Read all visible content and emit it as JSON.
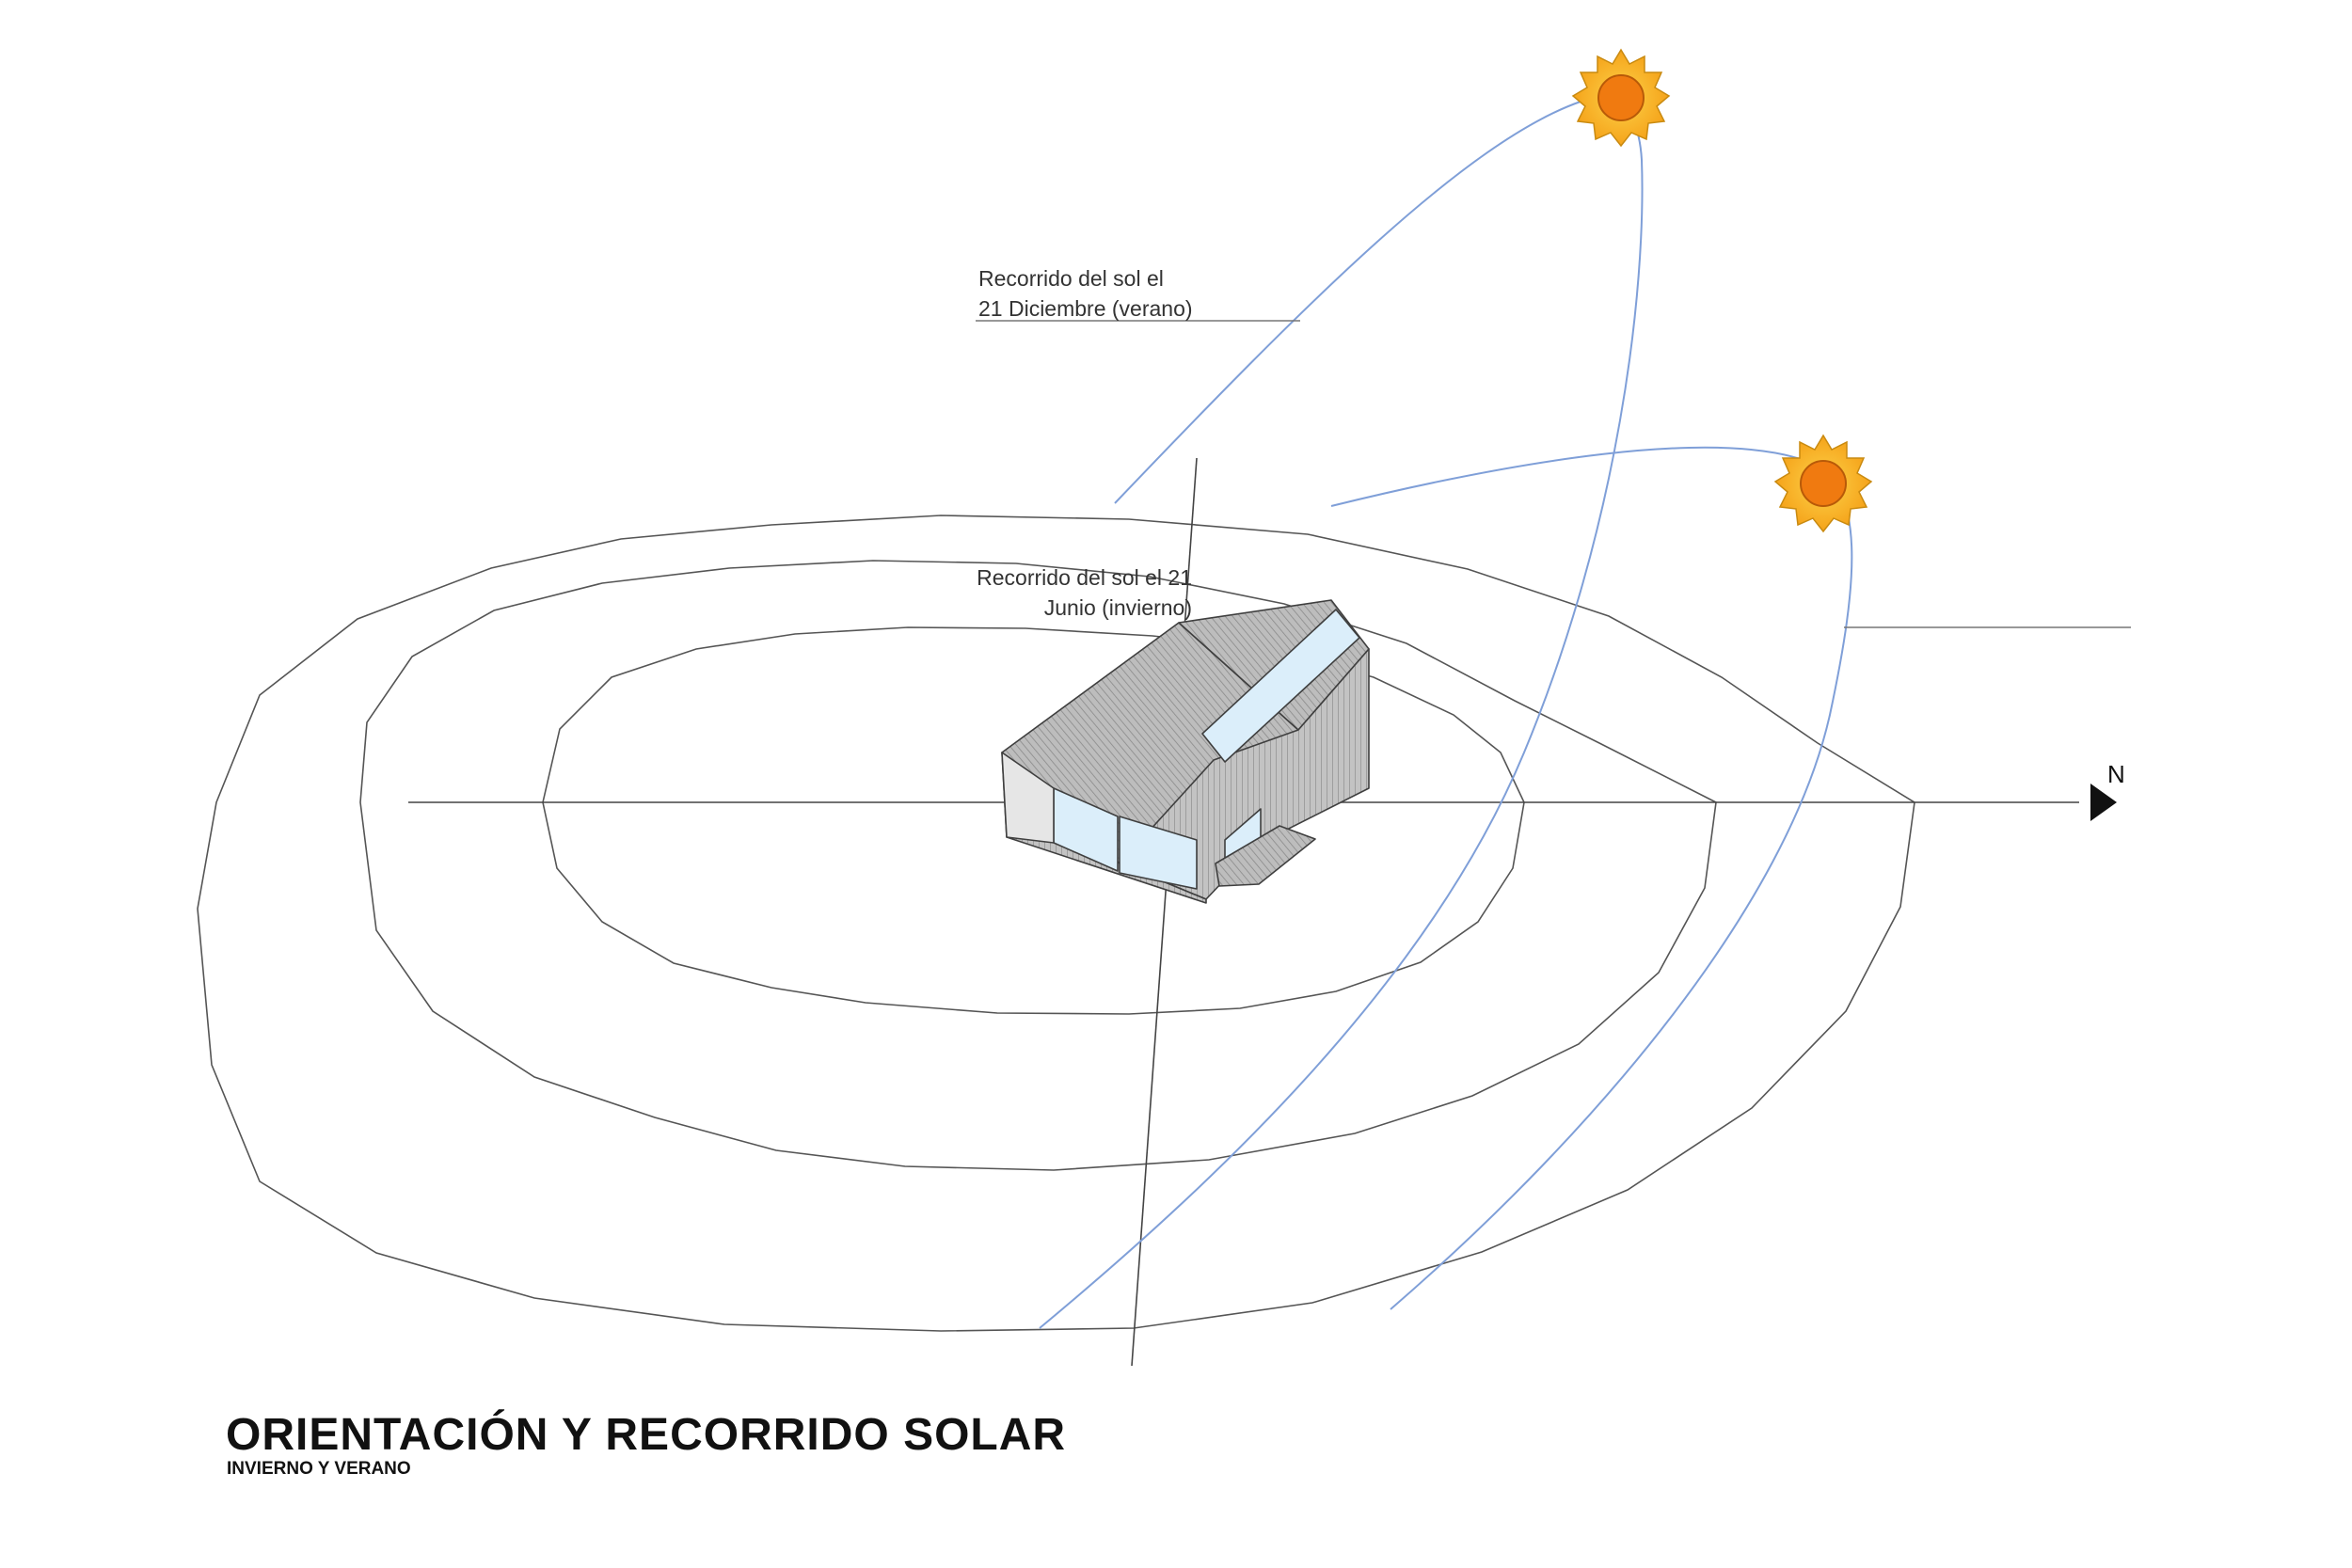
{
  "diagram": {
    "title": "ORIENTACIÓN Y RECORRIDO SOLAR",
    "subtitle": "INVIERNO Y VERANO",
    "north_label": "N",
    "sun_path_december": {
      "line1": "Recorrido del sol el",
      "line2": "21 Diciembre (verano)"
    },
    "sun_path_june": {
      "line1": "Recorrido del sol el 21",
      "line2": "Junio (invierno)"
    },
    "icons": [
      "sun-icon",
      "house-icon",
      "north-arrow-icon"
    ],
    "colors": {
      "sun_path": "#7f9fd8",
      "rings": "#555555",
      "sun_core": "#f07a10",
      "sun_rays": "#f7c21c",
      "house_wall": "#b5b5b5",
      "glass": "#dbeefa"
    }
  }
}
